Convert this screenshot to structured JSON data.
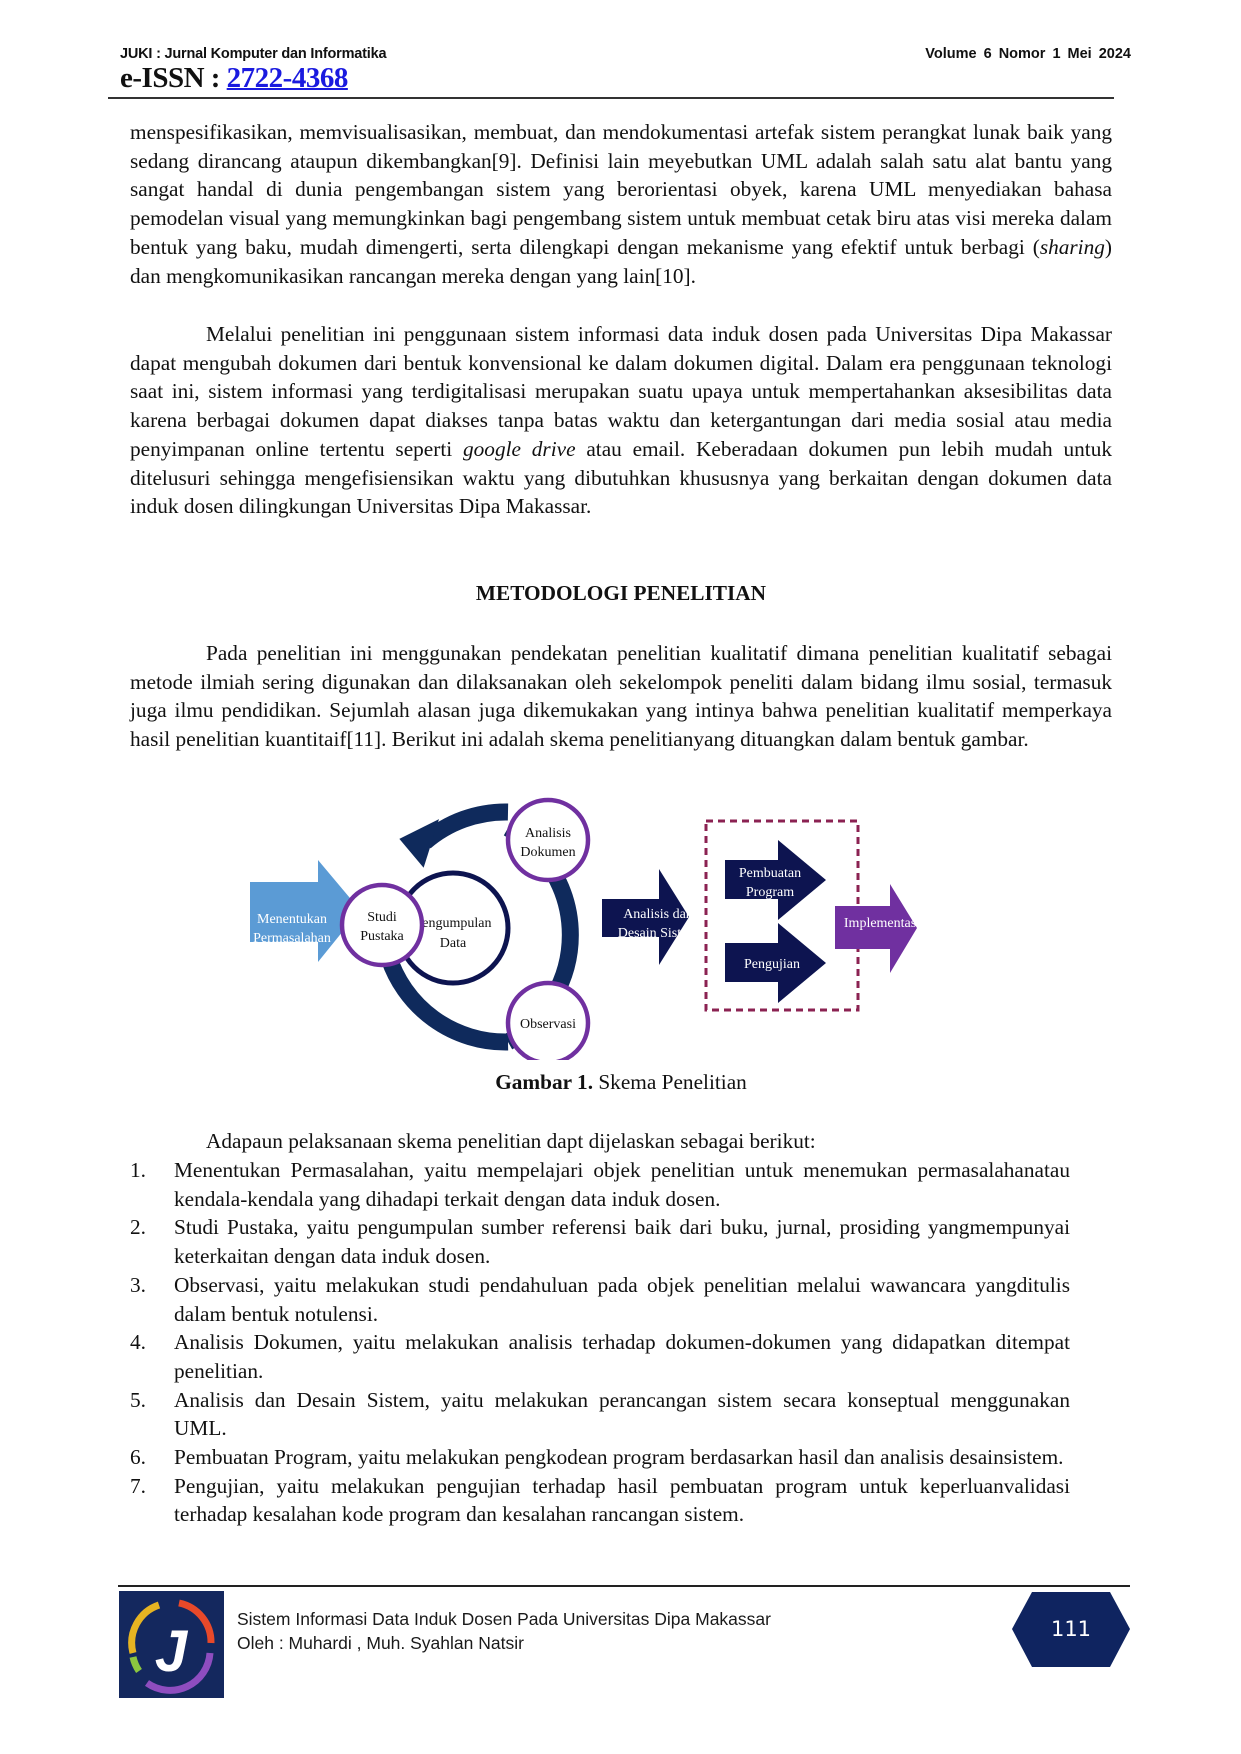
{
  "header": {
    "journal": "JUKI : Jurnal Komputer dan Informatika",
    "volume": "Volume 6  Nomor 1  Mei  2024",
    "issn_label": "e-ISSN : ",
    "issn_number": "2722-4368"
  },
  "body": {
    "para1": {
      "text_before_italic": "menspesifikasikan, memvisualisasikan, membuat, dan mendokumentasi artefak sistem perangkat lunak baik yang sedang dirancang ataupun dikembangkan[9]. Definisi lain meyebutkan UML adalah salah satu alat bantu yang sangat handal di dunia pengembangan sistem yang berorientasi obyek, karena UML menyediakan bahasa pemodelan visual yang memungkinkan bagi pengembang sistem untuk membuat cetak biru atas visi mereka dalam bentuk yang baku, mudah dimengerti, serta dilengkapi dengan mekanisme yang efektif untuk berbagi (",
      "italic": "sharing",
      "text_after_italic": ") dan mengkomunikasikan rancangan mereka dengan yang lain[10]."
    },
    "para2": {
      "text_before_italic": "Melalui penelitian ini penggunaan sistem informasi data induk dosen pada Universitas Dipa Makassar dapat mengubah dokumen dari bentuk konvensional ke dalam dokumen digital. Dalam era penggunaan teknologi saat ini, sistem informasi yang terdigitalisasi merupakan suatu upaya untuk mempertahankan aksesibilitas data karena berbagai dokumen dapat diakses tanpa batas waktu dan ketergantungan dari media sosial atau media penyimpanan online tertentu seperti ",
      "italic": "google drive",
      "text_after_italic": " atau email. Keberadaan dokumen pun lebih mudah untuk ditelusuri sehingga mengefisiensikan waktu yang dibutuhkan khususnya yang berkaitan dengan dokumen data induk dosen dilingkungan Universitas Dipa Makassar."
    },
    "section_title": "METODOLOGI PENELITIAN",
    "para3": "Pada penelitian ini menggunakan pendekatan penelitian kualitatif dimana penelitian kualitatif sebagai metode ilmiah sering digunakan dan dilaksanakan oleh sekelompok peneliti dalam bidang ilmu sosial, termasuk juga ilmu pendidikan. Sejumlah alasan juga dikemukakan yang intinya bahwa penelitian kualitatif memperkaya hasil penelitian kuantitaif[11]. Berikut ini adalah skema penelitianyang dituangkan dalam bentuk gambar.",
    "para4": "Adapaun pelaksanaan skema penelitian dapt dijelaskan sebagai berikut:"
  },
  "figure": {
    "caption_bold": "Gambar 1.",
    "caption_text": " Skema Penelitian",
    "colors": {
      "light_blue": "#5b9bd5",
      "navy": "#0f2a5c",
      "dark_navy": "#0d1450",
      "purple": "#7030a0",
      "dashed_box": "#8b2252"
    },
    "nodes": {
      "menentukan": [
        "Menentukan",
        "Permasalahan"
      ],
      "studi": [
        "Studi",
        "Pustaka"
      ],
      "pengumpulan": [
        "Pengumpulan",
        "Data"
      ],
      "analisis_dokumen": [
        "Analisis",
        "Dokumen"
      ],
      "observasi": [
        "Observasi"
      ],
      "analisis_desain": [
        "Analisis dan",
        "Desain Sistem"
      ],
      "pembuatan": [
        "Pembuatan",
        "Program"
      ],
      "pengujian": [
        "Pengujian"
      ],
      "implementasi": [
        "Implementasi"
      ]
    }
  },
  "steps": [
    {
      "num": "1.",
      "text": "Menentukan Permasalahan, yaitu mempelajari objek penelitian untuk menemukan permasalahanatau kendala-kendala yang dihadapi terkait dengan data induk dosen."
    },
    {
      "num": "2.",
      "text": "Studi Pustaka, yaitu pengumpulan sumber referensi baik dari buku, jurnal, prosiding yangmempunyai keterkaitan dengan data induk dosen."
    },
    {
      "num": "3.",
      "text": "Observasi, yaitu melakukan studi pendahuluan pada objek penelitian melalui wawancara yangditulis dalam bentuk notulensi."
    },
    {
      "num": "4.",
      "text": "Analisis Dokumen, yaitu melakukan analisis terhadap dokumen-dokumen yang didapatkan ditempat penelitian."
    },
    {
      "num": "5.",
      "text": "Analisis dan Desain Sistem, yaitu melakukan perancangan sistem secara konseptual menggunakan UML."
    },
    {
      "num": "6.",
      "text": "Pembuatan Program, yaitu melakukan pengkodean program berdasarkan hasil dan analisis desainsistem."
    },
    {
      "num": "7.",
      "text": "Pengujian, yaitu melakukan pengujian terhadap hasil pembuatan program untuk keperluanvalidasi terhadap kesalahan kode program dan kesalahan rancangan sistem."
    }
  ],
  "footer": {
    "title": "Sistem Informasi Data Induk Dosen Pada Universitas Dipa Makassar",
    "authors": "Oleh : Muhardi , Muh. Syahlan Natsir",
    "page_number": "111",
    "logo_letter": "J",
    "page_badge_color": "#0f2460"
  }
}
